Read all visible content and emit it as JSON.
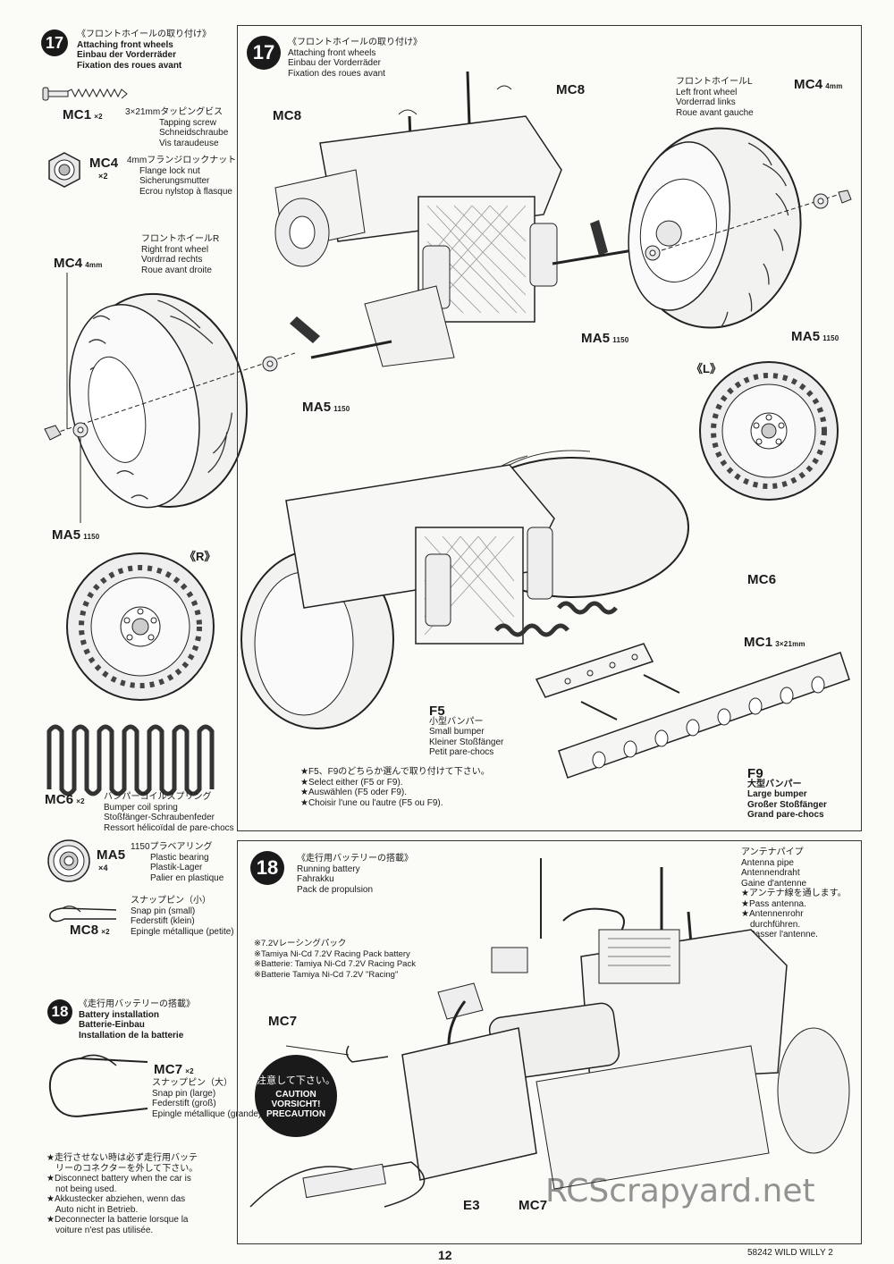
{
  "left_column": {
    "step17": {
      "badge": "17",
      "title_jp": "《フロントホイールの取り付け》",
      "title_en": "Attaching front wheels",
      "title_de": "Einbau der Vorderräder",
      "title_fr": "Fixation des roues avant"
    },
    "parts": {
      "mc1": {
        "code": "MC1",
        "qty": "×2",
        "size": "3×21mm",
        "jp": "タッピングビス",
        "en": "Tapping screw",
        "de": "Schneidschraube",
        "fr": "Vis taraudeuse"
      },
      "mc4": {
        "code": "MC4",
        "qty": "×2",
        "size": "4mm",
        "jp": "フランジロックナット",
        "en": "Flange lock nut",
        "de": "Sicherungsmutter",
        "fr": "Ecrou nylstop à flasque"
      },
      "mc6": {
        "code": "MC6",
        "qty": "×2",
        "jp": "バンパーコイルスプリング",
        "en": "Bumper coil spring",
        "de": "Stoßfänger-Schraubenfeder",
        "fr": "Ressort hélicoïdal de pare-chocs"
      },
      "ma5": {
        "code": "MA5",
        "qty": "×4",
        "size": "1150",
        "jp": "プラベアリング",
        "en": "Plastic bearing",
        "de": "Plastik-Lager",
        "fr": "Palier en plastique"
      },
      "mc8": {
        "code": "MC8",
        "qty": "×2",
        "jp": "スナップピン（小）",
        "en": "Snap pin (small)",
        "de": "Federstift (klein)",
        "fr": "Epingle métallique (petite)"
      },
      "mc7": {
        "code": "MC7",
        "qty": "×2",
        "jp": "スナップピン（大）",
        "en": "Snap pin (large)",
        "de": "Federstift (groß)",
        "fr": "Epingle métallique (grande)"
      }
    },
    "right_wheel": {
      "jp": "フロントホイールR",
      "en": "Right front wheel",
      "de": "Vordrrad rechts",
      "fr": "Roue avant droite",
      "mc4": "MC4",
      "mc4_size": "4mm",
      "ma5": "MA5",
      "ma5_size": "1150",
      "side_mark": "《R》"
    },
    "step18": {
      "badge": "18",
      "title_jp": "《走行用バッテリーの搭載》",
      "title_en": "Battery installation",
      "title_de": "Batterie-Einbau",
      "title_fr": "Installation de la batterie"
    },
    "notes": [
      "★走行させない時は必ず走行用バッテ",
      "　リーのコネクターを外して下さい。",
      "★Disconnect battery when the car is",
      "　not being used.",
      "★Akkustecker abziehen, wenn das",
      "　Auto nicht in Betrieb.",
      "★Deconnecter la batterie lorsque la",
      "　voiture n'est pas utilisée."
    ]
  },
  "step17_panel": {
    "badge": "17",
    "title_jp": "《フロントホイールの取り付け》",
    "title_en": "Attaching front wheels",
    "title_de": "Einbau der Vorderräder",
    "title_fr": "Fixation des roues avant",
    "mc8_a": "MC8",
    "mc8_b": "MC8",
    "left_wheel": {
      "jp": "フロントホイールL",
      "en": "Left front wheel",
      "de": "Vorderrad links",
      "fr": "Roue avant gauche"
    },
    "mc4": "MC4",
    "mc4_size": "4mm",
    "ma5_center": "MA5",
    "ma5_center_size": "1150",
    "ma5_right": "MA5",
    "ma5_right_size": "1150",
    "ma5_left": "MA5",
    "ma5_left_size": "1150",
    "side_mark_l": "《L》",
    "mc6": "MC6",
    "mc1": "MC1",
    "mc1_size": "3×21mm",
    "f5": {
      "code": "F5",
      "jp": "小型バンパー",
      "en": "Small bumper",
      "de": "Kleiner Stoßfänger",
      "fr": "Petit pare-chocs"
    },
    "f9": {
      "code": "F9",
      "jp": "大型バンパー",
      "en": "Large bumper",
      "de": "Großer Stoßfänger",
      "fr": "Grand pare-chocs"
    },
    "select_note": [
      "★F5、F9のどちらか選んで取り付けて下さい。",
      "★Select either (F5 or F9).",
      "★Auswählen (F5 oder F9).",
      "★Choisir l'une ou l'autre (F5 ou F9)."
    ]
  },
  "step18_panel": {
    "badge": "18",
    "title_jp": "《走行用バッテリーの搭載》",
    "title_en": "Running battery",
    "title_de": "Fahrakku",
    "title_fr": "Pack de propulsion",
    "pack_note": [
      "※7.2Vレーシングパック",
      "※Tamiya Ni-Cd 7.2V Racing Pack battery",
      "※Batterie: Tamiya Ni-Cd 7.2V Racing Pack",
      "※Batterie Tamiya Ni-Cd 7.2V \"Racing\""
    ],
    "antenna": [
      "アンテナパイプ",
      "Antenna pipe",
      "Antennendraht",
      "Gaine d'antenne",
      "★アンテナ線を通します。",
      "★Pass antenna.",
      "★Antennenrohr",
      "　durchführen.",
      "★Passer l'antenne."
    ],
    "mc7_a": "MC7",
    "mc7_b": "MC7",
    "e3": "E3",
    "caution_jp": "注意して下さい。",
    "caution_lines": [
      "CAUTION",
      "VORSICHT!",
      "PRECAUTION"
    ]
  },
  "footer": {
    "page_number": "12",
    "model": "58242 WILD WILLY 2",
    "watermark": "RCScrapyard.net"
  }
}
